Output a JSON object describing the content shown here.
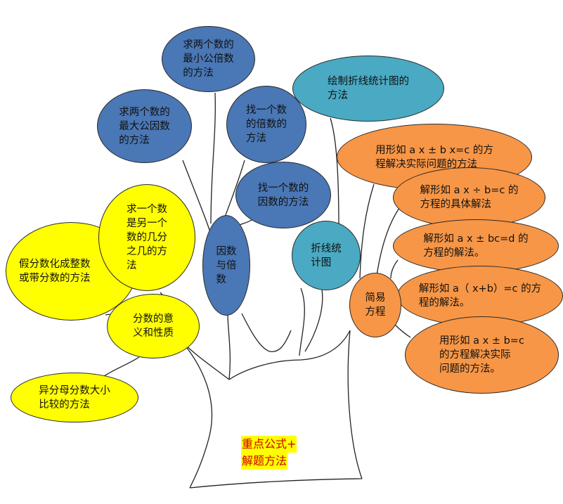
{
  "title": {
    "line1": "重点公式+",
    "line2": "解题方法"
  },
  "colors": {
    "blue": "#4a77b5",
    "yellow": "#ffff00",
    "teal": "#4aa9c3",
    "orange": "#f79646",
    "title_text": "#cc0000",
    "title_highlight": "#ffff00"
  },
  "branches": {
    "factors_multiples": {
      "label": "因数\n与倍\n数",
      "children": [
        "求两个数的\n最小公倍数\n的方法",
        "求两个数的\n最大公因数\n的方法",
        "找一个数\n的倍数的\n方法",
        "找一个数的\n因数的方法"
      ]
    },
    "fractions": {
      "label": "分数的意\n义和性质",
      "children": [
        "求一个数\n是另一个\n数的几分\n之几的方\n法",
        "假分数化成整数\n或带分数的方法",
        "异分母分数大小\n比较的方法"
      ]
    },
    "line_chart": {
      "label": "折线统\n计图",
      "children": [
        "绘制折线统计图的\n方法"
      ]
    },
    "equations": {
      "label": "简易\n方程",
      "children": [
        "用形如 a x ± b x=c 的方\n程解决实际问题的方法",
        "解形如 a x ÷ b=c 的\n方程的具体解法",
        "解形如  a x ± bc=d 的\n方程的解法。",
        "解形如 a（ x+b）=c 的方\n程的解法。",
        "用形如 a x ± b=c\n的方程解决实际\n问题的方法。"
      ]
    }
  }
}
